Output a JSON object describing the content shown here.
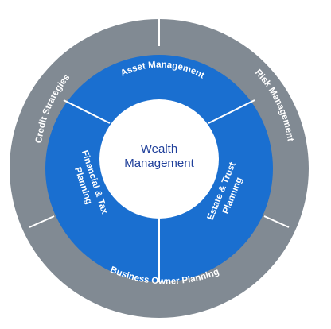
{
  "center": {
    "line1": "Wealth",
    "line2": "Management"
  },
  "inner_segments": {
    "asset": "Asset Management",
    "financial_line1": "Financial & Tax",
    "financial_line2": "Planning",
    "estate_line1": "Estate & Trust",
    "estate_line2": "Planning"
  },
  "outer_segments": {
    "credit": "Credit Strategies",
    "risk": "Risk Management",
    "business": "Business Owner Planning"
  },
  "colors": {
    "outer_ring": "#818a93",
    "inner_ring": "#1a6fd0",
    "center": "#ffffff",
    "center_text": "#1f3f9a",
    "divider": "#ffffff"
  }
}
